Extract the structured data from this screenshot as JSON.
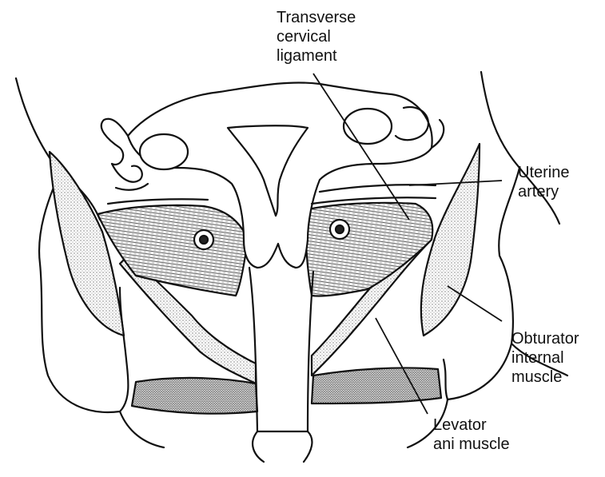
{
  "labels": {
    "transverse_cervical_ligament": [
      "Transverse",
      "cervical",
      "ligament"
    ],
    "uterine_artery": [
      "Uterine",
      "artery"
    ],
    "obturator_internal_muscle": [
      "Obturator",
      "internal",
      "muscle"
    ],
    "levator_ani_muscle": [
      "Levator",
      "ani muscle"
    ]
  },
  "colors": {
    "ink": "#111111",
    "background": "#ffffff",
    "stipple": "#8a8a8a"
  }
}
